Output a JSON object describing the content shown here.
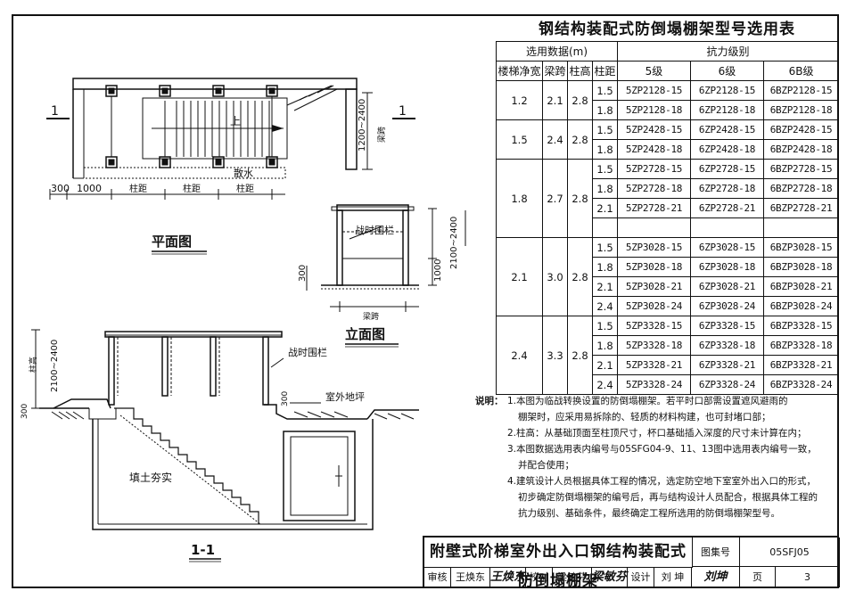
{
  "table": {
    "title": "钢结构装配式防倒塌棚架型号选用表",
    "head1": {
      "select": "选用数据(m)",
      "level": "抗力级别"
    },
    "head2": [
      "楼梯净宽",
      "梁跨",
      "柱高",
      "柱距",
      "5级",
      "6级",
      "6B级"
    ],
    "groups": [
      {
        "width": "1.2",
        "span": "2.1",
        "height": "2.8",
        "rows": [
          {
            "dist": "1.5",
            "c5": "5ZP2128-15",
            "c6": "6ZP2128-15",
            "c6b": "6BZP2128-15"
          },
          {
            "dist": "1.8",
            "c5": "5ZP2128-18",
            "c6": "6ZP2128-18",
            "c6b": "6BZP2128-18"
          }
        ]
      },
      {
        "width": "1.5",
        "span": "2.4",
        "height": "2.8",
        "rows": [
          {
            "dist": "1.5",
            "c5": "5ZP2428-15",
            "c6": "6ZP2428-15",
            "c6b": "6BZP2428-15"
          },
          {
            "dist": "1.8",
            "c5": "5ZP2428-18",
            "c6": "6ZP2428-18",
            "c6b": "6BZP2428-18"
          }
        ]
      },
      {
        "width": "1.8",
        "span": "2.7",
        "height": "2.8",
        "rows": [
          {
            "dist": "1.5",
            "c5": "5ZP2728-15",
            "c6": "6ZP2728-15",
            "c6b": "6BZP2728-15"
          },
          {
            "dist": "1.8",
            "c5": "5ZP2728-18",
            "c6": "6ZP2728-18",
            "c6b": "6BZP2728-18"
          },
          {
            "dist": "2.1",
            "c5": "5ZP2728-21",
            "c6": "6ZP2728-21",
            "c6b": "6BZP2728-21"
          },
          {
            "dist": "",
            "c5": "",
            "c6": "",
            "c6b": ""
          }
        ]
      },
      {
        "width": "2.1",
        "span": "3.0",
        "height": "2.8",
        "rows": [
          {
            "dist": "1.5",
            "c5": "5ZP3028-15",
            "c6": "6ZP3028-15",
            "c6b": "6BZP3028-15"
          },
          {
            "dist": "1.8",
            "c5": "5ZP3028-18",
            "c6": "6ZP3028-18",
            "c6b": "6BZP3028-18"
          },
          {
            "dist": "2.1",
            "c5": "5ZP3028-21",
            "c6": "6ZP3028-21",
            "c6b": "6BZP3028-21"
          },
          {
            "dist": "2.4",
            "c5": "5ZP3028-24",
            "c6": "6ZP3028-24",
            "c6b": "6BZP3028-24"
          }
        ]
      },
      {
        "width": "2.4",
        "span": "3.3",
        "height": "2.8",
        "rows": [
          {
            "dist": "1.5",
            "c5": "5ZP3328-15",
            "c6": "6ZP3328-15",
            "c6b": "6BZP3328-15"
          },
          {
            "dist": "1.8",
            "c5": "5ZP3328-18",
            "c6": "6ZP3328-18",
            "c6b": "6BZP3328-18"
          },
          {
            "dist": "2.1",
            "c5": "5ZP3328-21",
            "c6": "6ZP3328-21",
            "c6b": "6BZP3328-21"
          },
          {
            "dist": "2.4",
            "c5": "5ZP3328-24",
            "c6": "6ZP3328-24",
            "c6b": "6BZP3328-24"
          }
        ]
      }
    ]
  },
  "notes": {
    "label": "说明：",
    "items": [
      "1.本图为临战转换设置的防倒塌棚架。若平时口部需设置遮风避雨的",
      "棚架时，应采用易拆除的、轻质的材料构建，也可封堵口部；",
      "2.柱高：从基础顶面至柱顶尺寸，杯口基础插入深度的尺寸未计算在内；",
      "3.本图数据选用表内编号与05SFG04-9、11、13图中选用表内编号一致，",
      "并配合使用；",
      "4.建筑设计人员根据具体工程的情况，选定防空地下室室外出入口的形式，",
      "初步确定防倒塌棚架的编号后，再与结构设计人员配合，根据具体工程的",
      "抗力级别、基础条件，最终确定工程所选用的防倒塌棚架型号。"
    ]
  },
  "plan": {
    "title": "平面图",
    "section_mark": "1",
    "up": "上",
    "apron": "散水",
    "dims": {
      "d300": "300",
      "d1000": "1000",
      "col": "柱距",
      "dim_v": "1200~2400",
      "beam": "梁跨"
    }
  },
  "elevation": {
    "title": "立面图",
    "rail": "战时围栏",
    "dims": {
      "h": "2100~2400",
      "d1000": "1000",
      "d300": "300",
      "span": "梁跨"
    }
  },
  "section": {
    "title": "1-1",
    "rail": "战时围栏",
    "ground": "室外地坪",
    "fill": "填土夯实",
    "dims": {
      "h": "2100~2400",
      "col": "柱高",
      "d300": "300"
    }
  },
  "title_block": {
    "title": "附壁式阶梯室外出入口钢结构装配式防倒塌棚架",
    "atlas_label": "图集号",
    "atlas_no": "05SFJ05",
    "review_label": "审核",
    "reviewer": "王焕东",
    "check_label": "校对",
    "checker": "梁敏芬",
    "design_label": "设计",
    "designer": "刘 坤",
    "page_label": "页",
    "page_no": "3"
  }
}
